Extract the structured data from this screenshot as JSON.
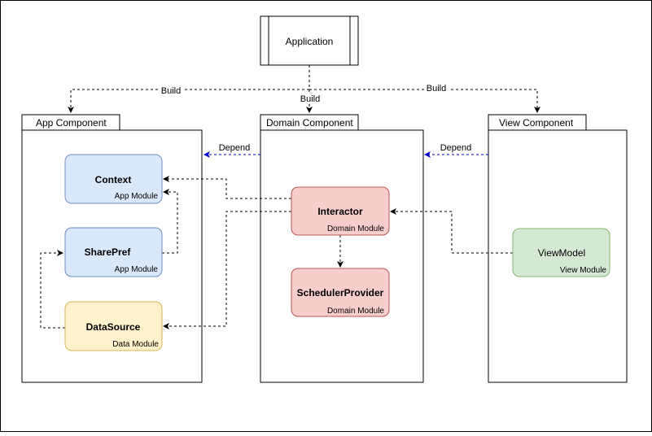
{
  "application": {
    "label": "Application"
  },
  "components": {
    "app": {
      "title": "App Component"
    },
    "domain": {
      "title": "Domain Component"
    },
    "view": {
      "title": "View Component"
    }
  },
  "modules": {
    "context": {
      "name": "Context",
      "subtitle": "App Module"
    },
    "sharepref": {
      "name": "SharePref",
      "subtitle": "App Module"
    },
    "datasource": {
      "name": "DataSource",
      "subtitle": "Data Module"
    },
    "interactor": {
      "name": "Interactor",
      "subtitle": "Domain Module"
    },
    "scheduler": {
      "name": "SchedulerProvider",
      "subtitle": "Domain Module"
    },
    "viewmodel": {
      "name": "ViewModel",
      "subtitle": "View Module"
    }
  },
  "edges": {
    "build_left": "Build",
    "build_center": "Build",
    "build_right": "Build",
    "depend_left": "Depend",
    "depend_right": "Depend"
  },
  "colors": {
    "app_module_fill": "#dae8fc",
    "app_module_stroke": "#6c8ebf",
    "data_module_fill": "#fff2cc",
    "data_module_stroke": "#d6b656",
    "domain_module_fill": "#f8cecc",
    "domain_module_stroke": "#b85450",
    "view_module_fill": "#d5e8d4",
    "view_module_stroke": "#82b366",
    "depend_arrow": "#0000cc"
  }
}
